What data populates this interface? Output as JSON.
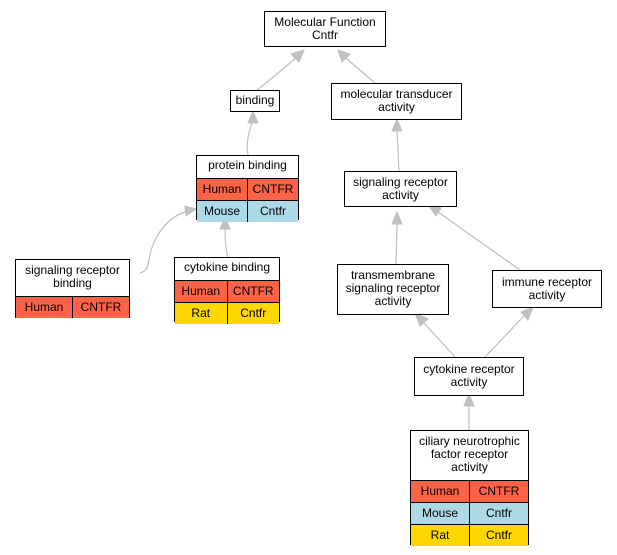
{
  "colors": {
    "human": "#ff6347",
    "mouse": "#add8e6",
    "rat": "#ffd700",
    "edge": "#bfbfbf"
  },
  "nodes": {
    "root": {
      "line1": "Molecular Function",
      "line2": "Cntfr"
    },
    "binding": {
      "line1": "binding"
    },
    "transducer": {
      "line1": "molecular transducer",
      "line2": "activity"
    },
    "protein": {
      "line1": "protein binding",
      "rows": [
        {
          "species": "Human",
          "gene": "CNTFR"
        },
        {
          "species": "Mouse",
          "gene": "Cntfr"
        }
      ]
    },
    "sigrec": {
      "line1": "signaling receptor",
      "line2": "activity"
    },
    "sigrecbind": {
      "line1": "signaling receptor",
      "line2": "binding",
      "rows": [
        {
          "species": "Human",
          "gene": "CNTFR"
        }
      ]
    },
    "cytobind": {
      "line1": "cytokine binding",
      "rows": [
        {
          "species": "Human",
          "gene": "CNTFR"
        },
        {
          "species": "Rat",
          "gene": "Cntfr"
        }
      ]
    },
    "transmem": {
      "line1": "transmembrane",
      "line2": "signaling receptor",
      "line3": "activity"
    },
    "immune": {
      "line1": "immune receptor",
      "line2": "activity"
    },
    "cytorec": {
      "line1": "cytokine receptor",
      "line2": "activity"
    },
    "ciliary": {
      "line1": "ciliary neurotrophic",
      "line2": "factor receptor",
      "line3": "activity",
      "rows": [
        {
          "species": "Human",
          "gene": "CNTFR"
        },
        {
          "species": "Mouse",
          "gene": "Cntfr"
        },
        {
          "species": "Rat",
          "gene": "Cntfr"
        }
      ]
    }
  }
}
